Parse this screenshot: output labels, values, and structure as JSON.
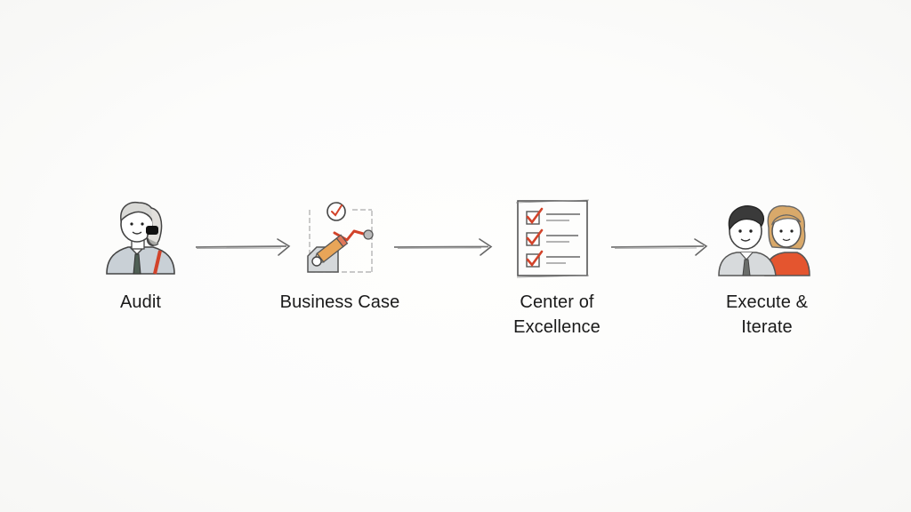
{
  "diagram": {
    "type": "process-flow",
    "direction": "left-to-right",
    "steps": [
      {
        "id": "audit",
        "label_lines": [
          "Audit"
        ],
        "icon": "person-with-phone-icon"
      },
      {
        "id": "business-case",
        "label_lines": [
          "Business Case"
        ],
        "icon": "pencil-chart-check-icon"
      },
      {
        "id": "center-of-excellence",
        "label_lines": [
          "Center of",
          "Excellence"
        ],
        "icon": "checklist-icon"
      },
      {
        "id": "execute-iterate",
        "label_lines": [
          "Execute &",
          "Iterate"
        ],
        "icon": "two-people-icon"
      }
    ],
    "connectors": [
      {
        "from": "audit",
        "to": "business-case",
        "icon": "arrow-right-icon"
      },
      {
        "from": "business-case",
        "to": "center-of-excellence",
        "icon": "arrow-right-icon"
      },
      {
        "from": "center-of-excellence",
        "to": "execute-iterate",
        "icon": "arrow-right-icon"
      }
    ]
  },
  "colors": {
    "background": "#fbfbfa",
    "text": "#1a1a1a",
    "accent_red": "#d2432a",
    "pencil_orange": "#e8a558",
    "stroke_gray": "#555555",
    "shirt_blue_gray": "#c9d0d6",
    "tie_green": "#4f5f55",
    "hair_blonde": "#d9a96a"
  }
}
